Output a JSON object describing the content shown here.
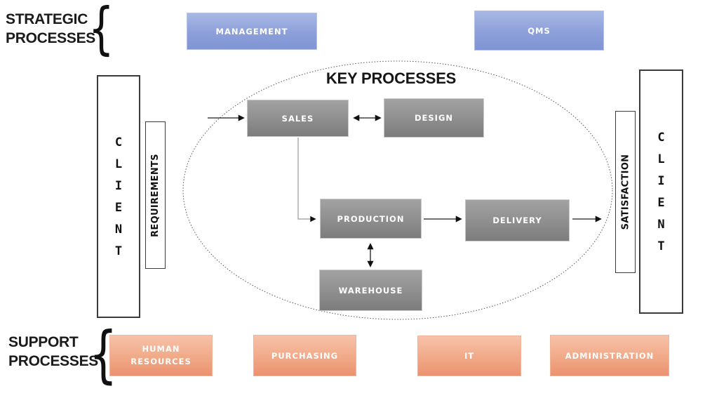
{
  "strategic": {
    "line1": "STRATEGIC",
    "line2": "PROCESSES",
    "brace": "{",
    "management": "MANAGEMENT",
    "qms": "QMS"
  },
  "key_processes": {
    "title": "KEY PROCESSES",
    "sales": "SALES",
    "design": "DESIGN",
    "production": "PRODUCTION",
    "delivery": "DELIVERY",
    "warehouse": "WAREHOUSE"
  },
  "support": {
    "line1": "SUPPORT",
    "line2": "PROCESSES",
    "brace": "{",
    "human_resources": "HUMAN RESOURCES",
    "purchasing": "PURCHASING",
    "it": "IT",
    "administration": "ADMINISTRATION"
  },
  "left_rail": {
    "client": "CLIENT",
    "requirements": "REQUIREMENTS"
  },
  "right_rail": {
    "satisfaction": "SATISFACTION",
    "client": "CLIENT"
  },
  "colors": {
    "strategic_box_top": "#a9b8e4",
    "strategic_box_bottom": "#8095d4",
    "key_box_top": "#a2a2a2",
    "key_box_bottom": "#7c7c7c",
    "support_box_top": "#f7c2aa",
    "support_box_bottom": "#eb9270",
    "connector": "#1a1a1a",
    "ellipse_dotted": "#555555"
  }
}
